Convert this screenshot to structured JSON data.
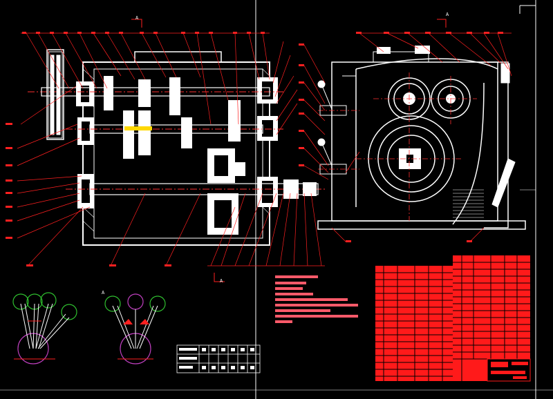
{
  "colors": {
    "background": "#000000",
    "frame": "#ffffff",
    "housing": "#ffffff",
    "leaders": "#ff2020",
    "centerlines": "#ff3030",
    "gear_fill": "#ffffff",
    "highlight": "#ffd800",
    "pink_notes": "#ff5a6a",
    "title_block": "#ff1a1a",
    "diagram_magenta": "#c040c0",
    "diagram_green": "#2fbf2f"
  },
  "section_markers": {
    "top": "A",
    "right": "A",
    "bottom": "A"
  },
  "diagram_label": "A",
  "icons": [
    "gearbox-front-section",
    "gearbox-side-view",
    "pulley",
    "shift-linkage-diagram",
    "speed-table",
    "title-block"
  ]
}
